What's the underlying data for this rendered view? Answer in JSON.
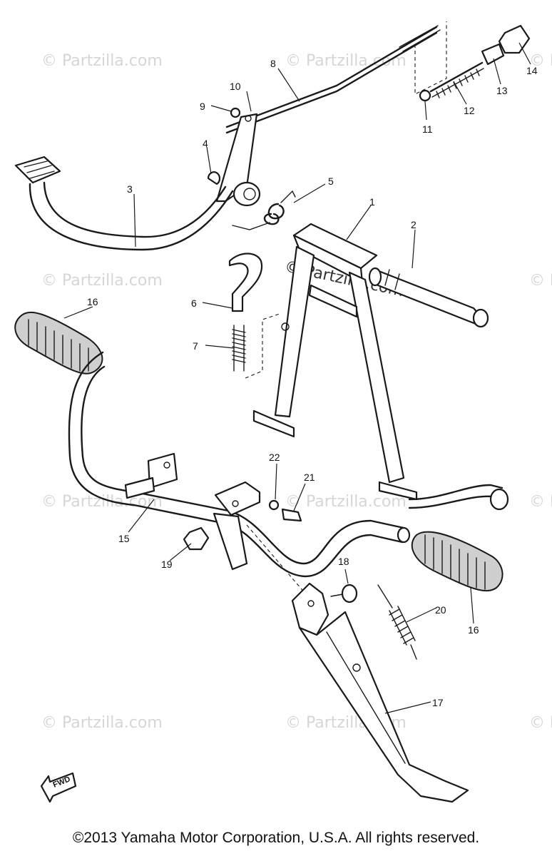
{
  "watermark": "© Partzilla.com",
  "callouts": {
    "c1": "1",
    "c2": "2",
    "c3": "3",
    "c4": "4",
    "c5": "5",
    "c6": "6",
    "c7": "7",
    "c8": "8",
    "c9": "9",
    "c10": "10",
    "c11": "11",
    "c12": "12",
    "c13": "13",
    "c14": "14",
    "c15": "15",
    "c16a": "16",
    "c16b": "16",
    "c17": "17",
    "c18": "18",
    "c19": "19",
    "c20": "20",
    "c21": "21",
    "c22": "22"
  },
  "fwd_label": "FWD",
  "copyright": "©2013  Yamaha Motor Corporation, U.S.A. All rights reserved."
}
